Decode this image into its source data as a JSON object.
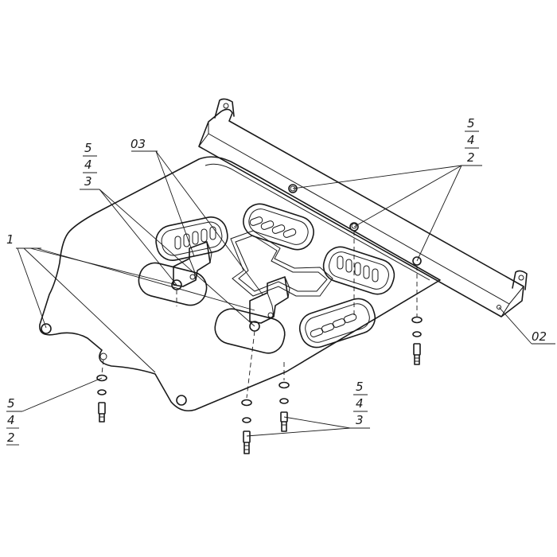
{
  "callouts": {
    "part_1": "1",
    "part_02": "02",
    "part_03": "03",
    "stack_top_left": [
      "5",
      "4",
      "3"
    ],
    "stack_top_right": [
      "5",
      "4",
      "2"
    ],
    "stack_bottom_left": [
      "5",
      "4",
      "2"
    ],
    "stack_bottom_right": [
      "5",
      "4",
      "3"
    ]
  }
}
